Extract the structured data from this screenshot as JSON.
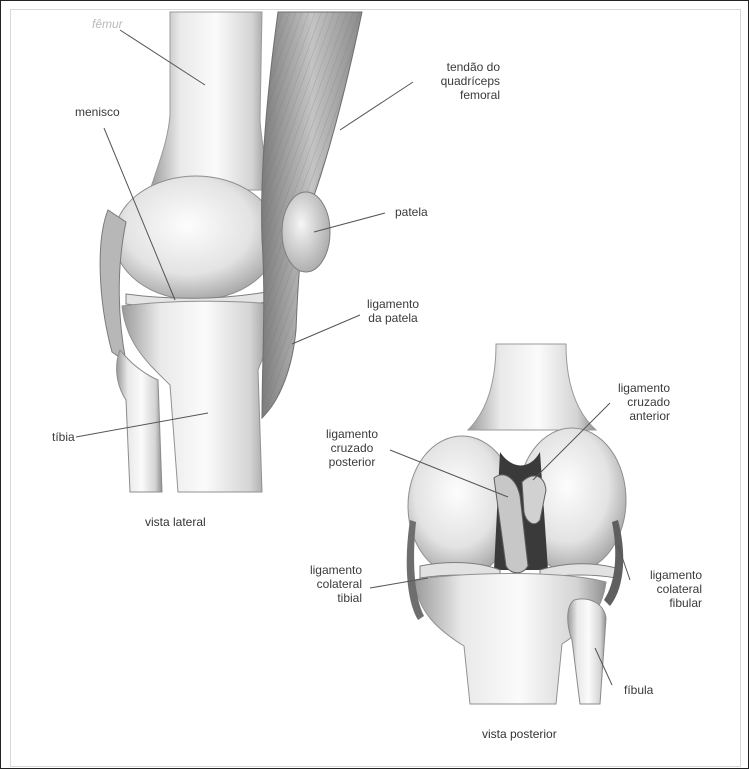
{
  "labels": {
    "femur": "fêmur",
    "tendon": "tendão do\nquadríceps\nfemoral",
    "menisco": "menisco",
    "patela": "patela",
    "lig_patela": "ligamento\nda patela",
    "tibia": "tíbia",
    "lig_cruzado_anterior": "ligamento\ncruzado\nanterior",
    "lig_cruzado_posterior": "ligamento\ncruzado\nposterior",
    "lig_colateral_tibial": "ligamento\ncolateral\ntibial",
    "lig_colateral_fibular": "ligamento\ncolateral\nfibular",
    "fibula": "fíbula"
  },
  "captions": {
    "lateral": "vista lateral",
    "posterior": "vista posterior"
  },
  "colors": {
    "bone_light": "#f4f4f4",
    "bone_mid": "#d9d9d9",
    "bone_dark": "#8c8c8c",
    "muscle": "#b5b5b5",
    "line": "#555555"
  }
}
